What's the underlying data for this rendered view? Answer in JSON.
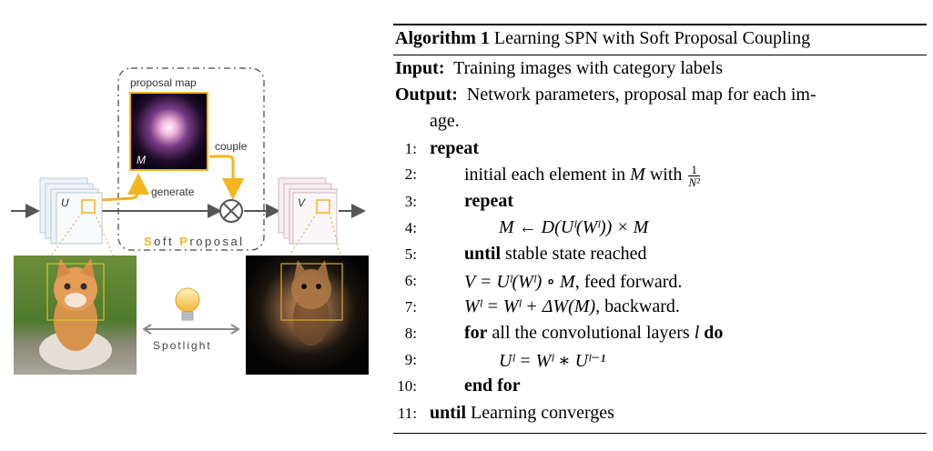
{
  "figure": {
    "proposal_map_label": "proposal map",
    "map_symbol": "M",
    "couple_label": "couple",
    "generate_label": "generate",
    "feature_in_symbol": "U",
    "feature_out_symbol": "V",
    "soft_proposal_label": {
      "s1": "S",
      "s2": "oft ",
      "p1": "P",
      "p2": "roposal"
    },
    "spotlight_label": "Spotlight",
    "colors": {
      "accent": "#f5b51e",
      "dark": "#555555",
      "map_glow": "#f7d8f0"
    }
  },
  "algorithm": {
    "title_bold": "Algorithm 1",
    "title_rest": " Learning SPN with Soft Proposal Coupling",
    "input_label": "Input:",
    "input_text": "Training images with category labels",
    "output_label": "Output:",
    "output_text": "Network parameters, proposal map for each im-",
    "output_text_cont": "age.",
    "lines": {
      "n1": "1:",
      "n2": "2:",
      "n3": "3:",
      "n4": "4:",
      "n5": "5:",
      "n6": "6:",
      "n7": "7:",
      "n8": "8:",
      "n9": "9:",
      "n10": "10:",
      "n11": "11:",
      "l1_kw": "repeat",
      "l2_text": "initial each element in ",
      "l2_M": "M",
      "l2_with": " with ",
      "l2_num": "1",
      "l2_den": "N²",
      "l3_kw": "repeat",
      "l4_expr": "M ← D(Uˡ(Wˡ)) × M",
      "l5_kw": "until",
      "l5_text": " stable state reached",
      "l6_expr": "V = Uˡ(Wˡ) ∘ M",
      "l6_text": ", feed forward.",
      "l7_expr": "Wˡ = Wˡ + ΔW(M)",
      "l7_text": ", backward.",
      "l8_kw": "for",
      "l8_text": " all the convolutional layers ",
      "l8_l": "l",
      "l8_do": " do",
      "l9_expr": "Uˡ = Wˡ ∗ Uˡ⁻¹",
      "l10_kw": "end for",
      "l11_kw": "until",
      "l11_text": " Learning converges"
    }
  }
}
